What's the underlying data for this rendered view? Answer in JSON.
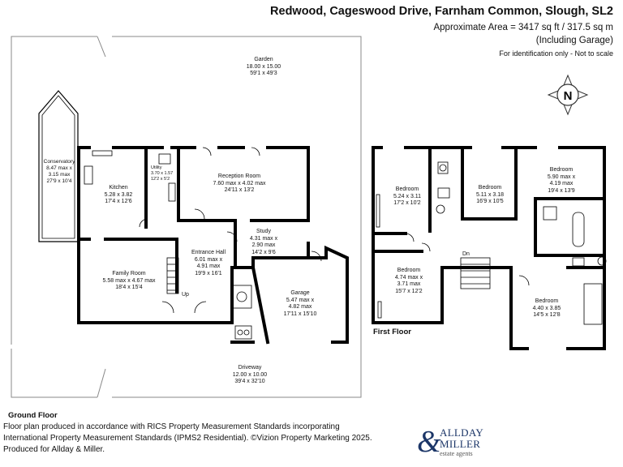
{
  "header": {
    "title": "Redwood, Cageswood Drive, Farnham Common, Slough, SL2",
    "area": "Approximate Area = 3417 sq ft / 317.5 sq m",
    "garage_note": "(Including Garage)",
    "identification": "For identification only - Not to scale"
  },
  "compass": {
    "letter": "N"
  },
  "floors": {
    "ground": {
      "label": "Ground Floor"
    },
    "first": {
      "label": "First Floor"
    }
  },
  "ground_rooms": {
    "garden": {
      "name": "Garden",
      "dims": "18.00 x 15.00",
      "imperial": "59'1 x 49'3"
    },
    "conservatory": {
      "name": "Conservatory",
      "dims": "8.47 max x",
      "dims2": "3.15 max",
      "imperial": "27'9 x 10'4"
    },
    "kitchen": {
      "name": "Kitchen",
      "dims": "5.28 x 3.82",
      "imperial": "17'4 x 12'6"
    },
    "utility": {
      "name": "Utility",
      "dims": "3.70 x 1.57",
      "imperial": "12'2 x 5'2"
    },
    "reception": {
      "name": "Reception Room",
      "dims": "7.60 max x 4.02 max",
      "imperial": "24'11 x 13'2"
    },
    "study": {
      "name": "Study",
      "dims": "4.31 max x",
      "dims2": "2.90 max",
      "imperial": "14'2 x 9'6"
    },
    "entrance": {
      "name": "Entrance Hall",
      "dims": "6.01 max x",
      "dims2": "4.91 max",
      "imperial": "19'9 x 16'1"
    },
    "family": {
      "name": "Family Room",
      "dims": "5.58 max x 4.67 max",
      "imperial": "18'4 x 15'4"
    },
    "garage": {
      "name": "Garage",
      "dims": "5.47 max x",
      "dims2": "4.82 max",
      "imperial": "17'11 x 15'10"
    },
    "driveway": {
      "name": "Driveway",
      "dims": "12.00 x 10.00",
      "imperial": "39'4 x 32'10"
    },
    "up_label": "Up"
  },
  "first_rooms": {
    "bed1": {
      "name": "Bedroom",
      "dims": "5.24 x 3.11",
      "imperial": "17'2 x 10'2"
    },
    "bed2": {
      "name": "Bedroom",
      "dims": "5.11 x 3.18",
      "imperial": "16'9 x 10'5"
    },
    "bed3": {
      "name": "Bedroom",
      "dims": "5.90 max x",
      "dims2": "4.19 max",
      "imperial": "19'4 x 13'9"
    },
    "bed4": {
      "name": "Bedroom",
      "dims": "4.74 max x",
      "dims2": "3.71 max",
      "imperial": "15'7 x 12'2"
    },
    "bed5": {
      "name": "Bedroom",
      "dims": "4.40 x 3.85",
      "imperial": "14'5 x 12'8"
    },
    "dn_label": "Dn"
  },
  "footer": {
    "line1": "Floor plan produced in accordance with RICS Property Measurement Standards incorporating",
    "line2": "International Property Measurement Standards (IPMS2 Residential). ©Vizion Property Marketing 2025.",
    "line3": "Produced for Allday & Miller."
  },
  "logo": {
    "amp": "&",
    "line1": "ALLDAY",
    "line2": "MILLER",
    "line3": "estate agents"
  },
  "colors": {
    "wall": "#000000",
    "boundary": "#8a8a8a",
    "brand": "#1c3668"
  }
}
